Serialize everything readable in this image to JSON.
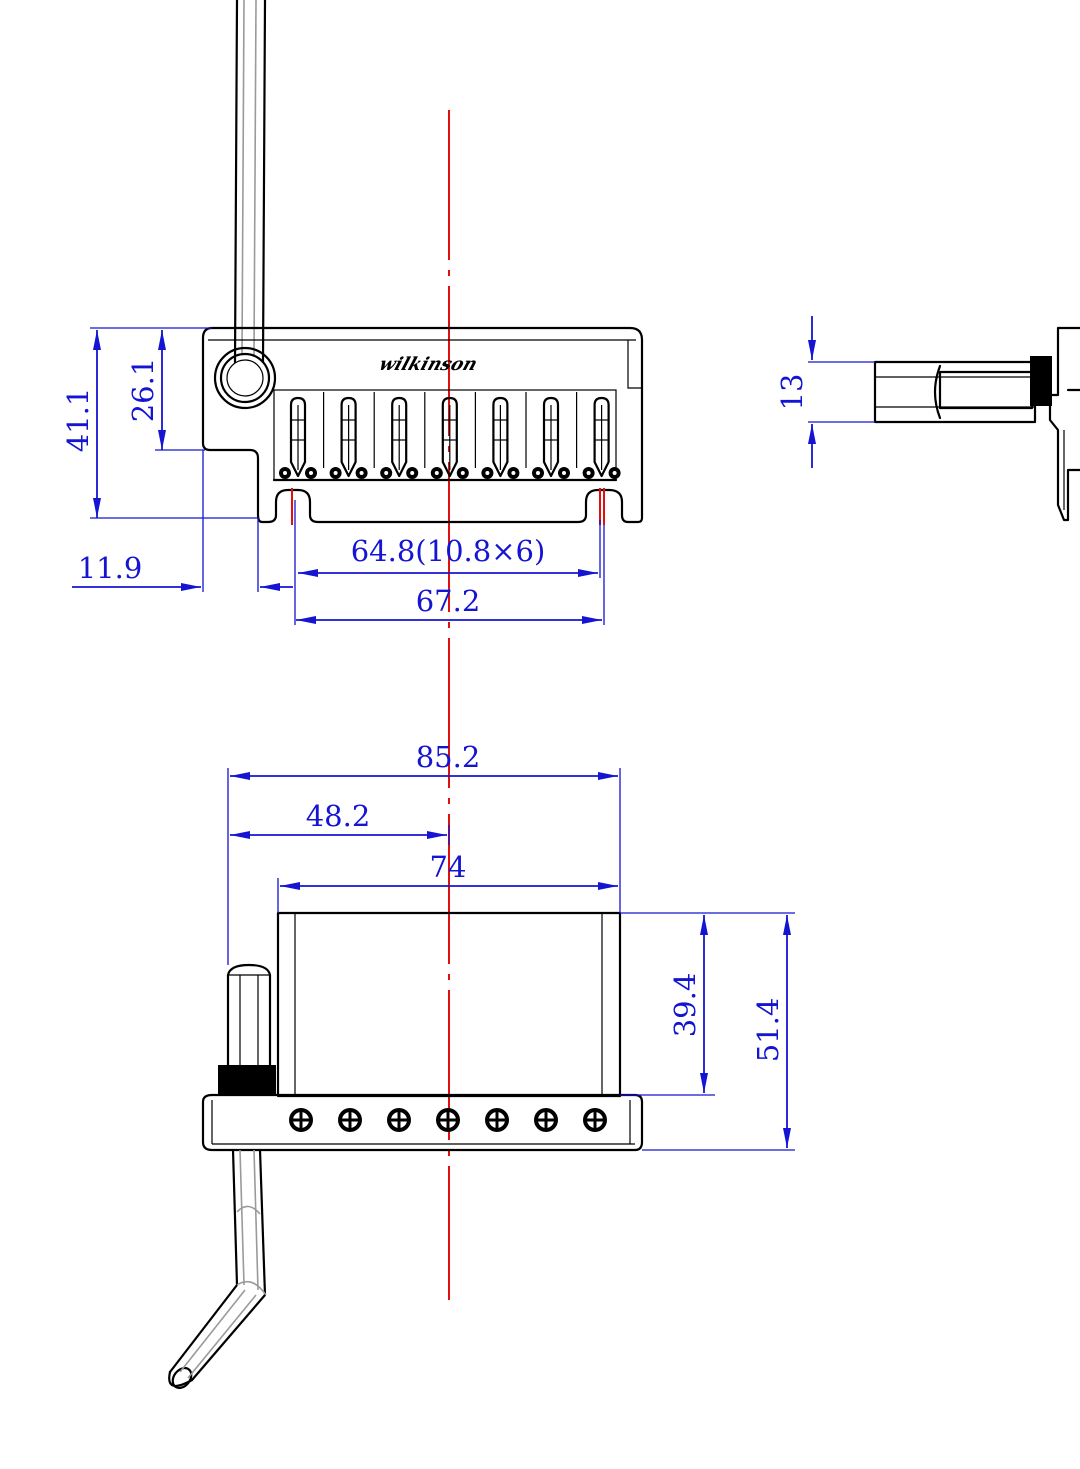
{
  "logo": {
    "text": "wilkinson"
  },
  "dimensions": {
    "height_total": "41.1",
    "height_body": "26.1",
    "arm_offset": "11.9",
    "string_spacing": "64.8(10.8×6)",
    "post_spacing": "67.2",
    "side_height": "13",
    "overall_length": "85.2",
    "arm_to_center": "48.2",
    "block_width": "74",
    "block_depth": "39.4",
    "plate_depth": "51.4"
  },
  "colors": {
    "outline": "#000000",
    "dimension": "#1414d2",
    "centerline": "#e01010"
  },
  "icons": [
    "saddle-icon",
    "screw-icon",
    "arm-icon"
  ]
}
